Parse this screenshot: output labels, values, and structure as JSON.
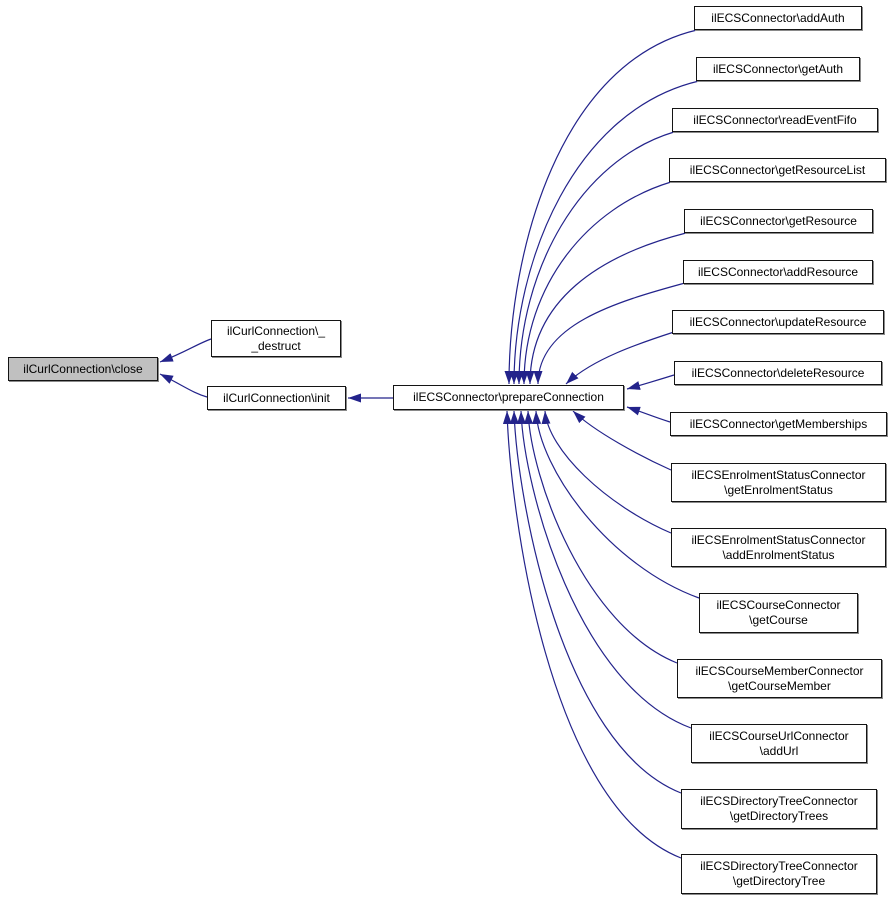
{
  "diagram": {
    "kind": "caller-graph",
    "colors": {
      "background": "#ffffff",
      "edge": "#23238b",
      "node_border": "#141414",
      "node_fill": "#ffffff",
      "highlight_fill": "#c0c0c0",
      "text": "#000000"
    },
    "nodes": [
      {
        "id": "close",
        "label": "ilCurlConnection\\close",
        "line1": "ilCurlConnection\\close",
        "highlighted": true
      },
      {
        "id": "destruct",
        "label": "ilCurlConnection\\__destruct",
        "line1": "ilCurlConnection\\_",
        "line2": "_destruct"
      },
      {
        "id": "init",
        "label": "ilCurlConnection\\init",
        "line1": "ilCurlConnection\\init"
      },
      {
        "id": "prepareConnection",
        "label": "ilECSConnector\\prepareConnection",
        "line1": "ilECSConnector\\prepareConnection"
      },
      {
        "id": "addAuth",
        "label": "ilECSConnector\\addAuth",
        "line1": "ilECSConnector\\addAuth"
      },
      {
        "id": "getAuth",
        "label": "ilECSConnector\\getAuth",
        "line1": "ilECSConnector\\getAuth"
      },
      {
        "id": "readEventFifo",
        "label": "ilECSConnector\\readEventFifo",
        "line1": "ilECSConnector\\readEventFifo"
      },
      {
        "id": "getResourceList",
        "label": "ilECSConnector\\getResourceList",
        "line1": "ilECSConnector\\getResourceList"
      },
      {
        "id": "getResource",
        "label": "ilECSConnector\\getResource",
        "line1": "ilECSConnector\\getResource"
      },
      {
        "id": "addResource",
        "label": "ilECSConnector\\addResource",
        "line1": "ilECSConnector\\addResource"
      },
      {
        "id": "updateResource",
        "label": "ilECSConnector\\updateResource",
        "line1": "ilECSConnector\\updateResource"
      },
      {
        "id": "deleteResource",
        "label": "ilECSConnector\\deleteResource",
        "line1": "ilECSConnector\\deleteResource"
      },
      {
        "id": "getMemberships",
        "label": "ilECSConnector\\getMemberships",
        "line1": "ilECSConnector\\getMemberships"
      },
      {
        "id": "getEnrolmentStatus",
        "label": "ilECSEnrolmentStatusConnector\\getEnrolmentStatus",
        "line1": "ilECSEnrolmentStatusConnector",
        "line2": "\\getEnrolmentStatus"
      },
      {
        "id": "addEnrolmentStatus",
        "label": "ilECSEnrolmentStatusConnector\\addEnrolmentStatus",
        "line1": "ilECSEnrolmentStatusConnector",
        "line2": "\\addEnrolmentStatus"
      },
      {
        "id": "getCourse",
        "label": "ilECSCourseConnector\\getCourse",
        "line1": "ilECSCourseConnector",
        "line2": "\\getCourse"
      },
      {
        "id": "getCourseMember",
        "label": "ilECSCourseMemberConnector\\getCourseMember",
        "line1": "ilECSCourseMemberConnector",
        "line2": "\\getCourseMember"
      },
      {
        "id": "addUrl",
        "label": "ilECSCourseUrlConnector\\addUrl",
        "line1": "ilECSCourseUrlConnector",
        "line2": "\\addUrl"
      },
      {
        "id": "getDirectoryTrees",
        "label": "ilECSDirectoryTreeConnector\\getDirectoryTrees",
        "line1": "ilECSDirectoryTreeConnector",
        "line2": "\\getDirectoryTrees"
      },
      {
        "id": "getDirectoryTree",
        "label": "ilECSDirectoryTreeConnector\\getDirectoryTree",
        "line1": "ilECSDirectoryTreeConnector",
        "line2": "\\getDirectoryTree"
      }
    ],
    "edges": [
      {
        "from": "destruct",
        "to": "close"
      },
      {
        "from": "init",
        "to": "close"
      },
      {
        "from": "prepareConnection",
        "to": "init"
      },
      {
        "from": "addAuth",
        "to": "prepareConnection"
      },
      {
        "from": "getAuth",
        "to": "prepareConnection"
      },
      {
        "from": "readEventFifo",
        "to": "prepareConnection"
      },
      {
        "from": "getResourceList",
        "to": "prepareConnection"
      },
      {
        "from": "getResource",
        "to": "prepareConnection"
      },
      {
        "from": "addResource",
        "to": "prepareConnection"
      },
      {
        "from": "updateResource",
        "to": "prepareConnection"
      },
      {
        "from": "deleteResource",
        "to": "prepareConnection"
      },
      {
        "from": "getMemberships",
        "to": "prepareConnection"
      },
      {
        "from": "getEnrolmentStatus",
        "to": "prepareConnection"
      },
      {
        "from": "addEnrolmentStatus",
        "to": "prepareConnection"
      },
      {
        "from": "getCourse",
        "to": "prepareConnection"
      },
      {
        "from": "getCourseMember",
        "to": "prepareConnection"
      },
      {
        "from": "addUrl",
        "to": "prepareConnection"
      },
      {
        "from": "getDirectoryTrees",
        "to": "prepareConnection"
      },
      {
        "from": "getDirectoryTree",
        "to": "prepareConnection"
      }
    ]
  }
}
